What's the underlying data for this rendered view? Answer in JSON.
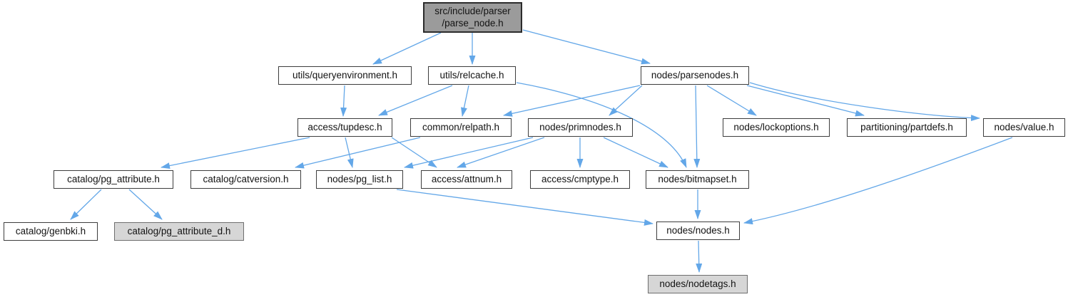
{
  "graph_type": "include-dependency-graph",
  "colors": {
    "arrow": "#63a7e8",
    "node_border": "#3d3d3d",
    "root_fill": "#9b9b9b",
    "gray_node_fill": "#d6d6d6",
    "node_fill": "#ffffff",
    "background": "#ffffff"
  },
  "nodes": [
    {
      "id": "parse_node",
      "label": "src/include/parser\n/parse_node.h",
      "variant": "root"
    },
    {
      "id": "queryenv",
      "label": "utils/queryenvironment.h",
      "variant": "plain"
    },
    {
      "id": "relcache",
      "label": "utils/relcache.h",
      "variant": "plain"
    },
    {
      "id": "parsenodes",
      "label": "nodes/parsenodes.h",
      "variant": "plain"
    },
    {
      "id": "tupdesc",
      "label": "access/tupdesc.h",
      "variant": "plain"
    },
    {
      "id": "relpath",
      "label": "common/relpath.h",
      "variant": "plain"
    },
    {
      "id": "primnodes",
      "label": "nodes/primnodes.h",
      "variant": "plain"
    },
    {
      "id": "lockoptions",
      "label": "nodes/lockoptions.h",
      "variant": "plain"
    },
    {
      "id": "partdefs",
      "label": "partitioning/partdefs.h",
      "variant": "plain"
    },
    {
      "id": "value",
      "label": "nodes/value.h",
      "variant": "plain"
    },
    {
      "id": "pg_attribute",
      "label": "catalog/pg_attribute.h",
      "variant": "plain"
    },
    {
      "id": "catversion",
      "label": "catalog/catversion.h",
      "variant": "plain"
    },
    {
      "id": "pg_list",
      "label": "nodes/pg_list.h",
      "variant": "plain"
    },
    {
      "id": "attnum",
      "label": "access/attnum.h",
      "variant": "plain"
    },
    {
      "id": "cmptype",
      "label": "access/cmptype.h",
      "variant": "plain"
    },
    {
      "id": "bitmapset",
      "label": "nodes/bitmapset.h",
      "variant": "plain"
    },
    {
      "id": "genbki",
      "label": "catalog/genbki.h",
      "variant": "plain"
    },
    {
      "id": "pg_attribute_d",
      "label": "catalog/pg_attribute_d.h",
      "variant": "gray"
    },
    {
      "id": "nodes_h",
      "label": "nodes/nodes.h",
      "variant": "plain"
    },
    {
      "id": "nodetags",
      "label": "nodes/nodetags.h",
      "variant": "gray"
    }
  ],
  "edges": [
    {
      "from": "parse_node",
      "to": "queryenv"
    },
    {
      "from": "parse_node",
      "to": "relcache"
    },
    {
      "from": "parse_node",
      "to": "parsenodes"
    },
    {
      "from": "queryenv",
      "to": "tupdesc"
    },
    {
      "from": "relcache",
      "to": "tupdesc"
    },
    {
      "from": "relcache",
      "to": "relpath"
    },
    {
      "from": "relcache",
      "to": "bitmapset"
    },
    {
      "from": "parsenodes",
      "to": "relpath"
    },
    {
      "from": "parsenodes",
      "to": "primnodes"
    },
    {
      "from": "parsenodes",
      "to": "lockoptions"
    },
    {
      "from": "parsenodes",
      "to": "partdefs"
    },
    {
      "from": "parsenodes",
      "to": "value"
    },
    {
      "from": "parsenodes",
      "to": "bitmapset"
    },
    {
      "from": "tupdesc",
      "to": "pg_attribute"
    },
    {
      "from": "tupdesc",
      "to": "pg_list"
    },
    {
      "from": "tupdesc",
      "to": "attnum"
    },
    {
      "from": "relpath",
      "to": "catversion"
    },
    {
      "from": "primnodes",
      "to": "pg_list"
    },
    {
      "from": "primnodes",
      "to": "attnum"
    },
    {
      "from": "primnodes",
      "to": "cmptype"
    },
    {
      "from": "primnodes",
      "to": "bitmapset"
    },
    {
      "from": "pg_attribute",
      "to": "genbki"
    },
    {
      "from": "pg_attribute",
      "to": "pg_attribute_d"
    },
    {
      "from": "pg_list",
      "to": "nodes_h"
    },
    {
      "from": "value",
      "to": "nodes_h"
    },
    {
      "from": "bitmapset",
      "to": "nodes_h"
    },
    {
      "from": "nodes_h",
      "to": "nodetags"
    }
  ]
}
